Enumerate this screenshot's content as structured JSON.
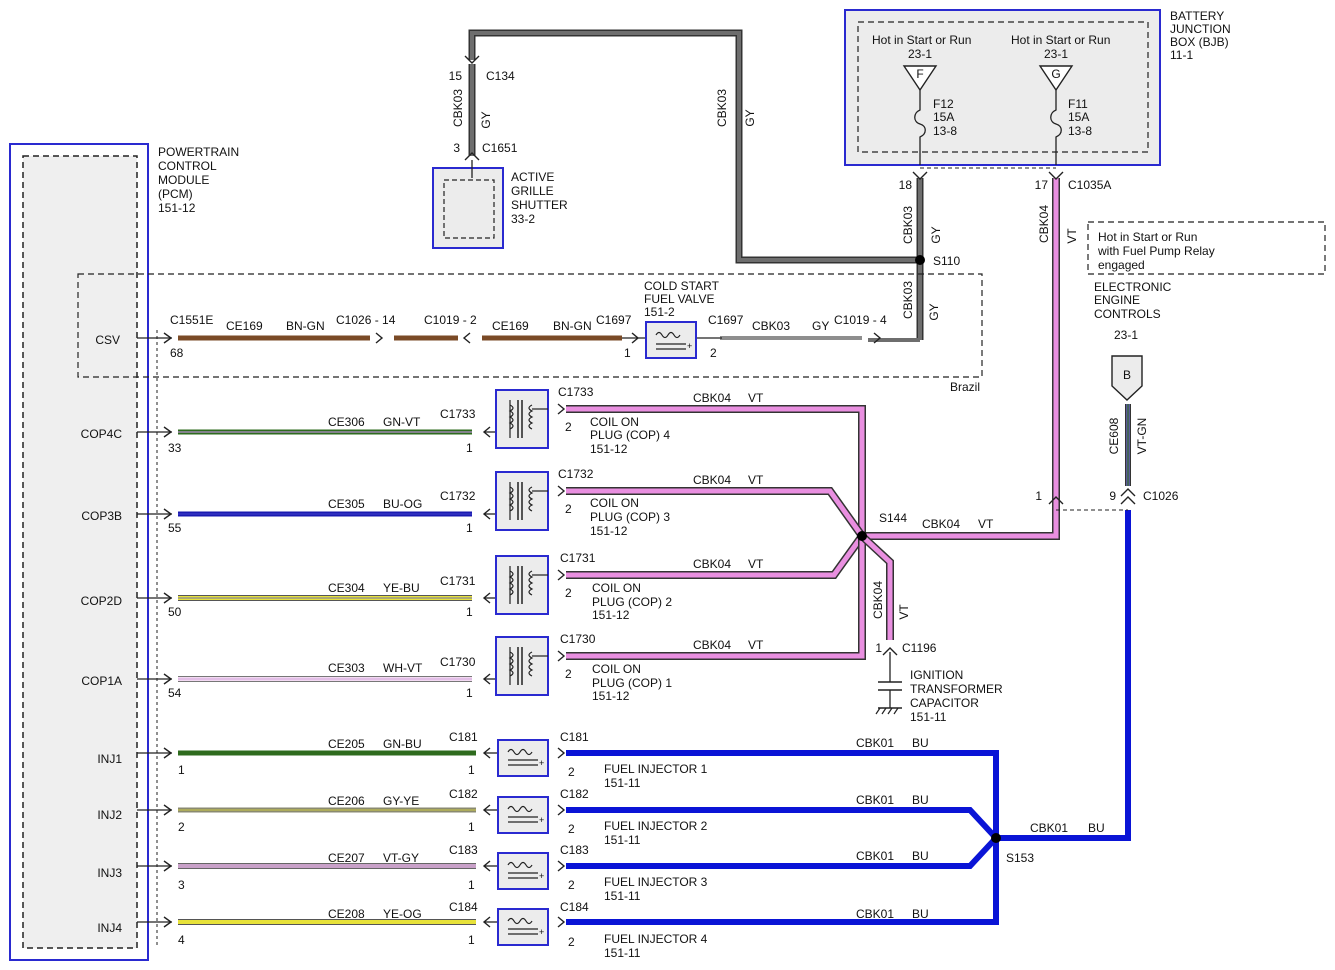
{
  "colors": {
    "border_blue": "#2a2ad0",
    "wire_gray": "#6e6e6e",
    "wire_violet": "#e98fe0",
    "wire_blue": "#0a14d6",
    "wire_brown": "#7a4a26",
    "wire_green": "#2e6b1e",
    "wire_yellow": "#e7e23a",
    "wire_white_violet": "#f2d9f2",
    "wire_gray_yellow": "#8a8a70",
    "wire_violet_gray": "#c9a1c9",
    "wire_blue_orange": "#3a3ac8",
    "wire_vt_gn": "#5b5b9a"
  },
  "pcm": {
    "title_lines": [
      "POWERTRAIN",
      "CONTROL",
      "MODULE",
      "(PCM)",
      "151-12"
    ],
    "pins": [
      "CSV",
      "COP4C",
      "COP3B",
      "COP2D",
      "COP1A",
      "INJ1",
      "INJ2",
      "INJ3",
      "INJ4"
    ]
  },
  "bjb": {
    "title_lines": [
      "BATTERY",
      "JUNCTION",
      "BOX (BJB)",
      "11-1"
    ],
    "left": {
      "hot": "Hot in Start or Run",
      "ref": "23-1",
      "letter": "F",
      "fuse_lines": [
        "F12",
        "15A",
        "13-8"
      ],
      "pin": "18"
    },
    "right": {
      "hot": "Hot in Start or Run",
      "ref": "23-1",
      "letter": "G",
      "fuse_lines": [
        "F11",
        "15A",
        "13-8"
      ],
      "pin": "17",
      "connector": "C1035A"
    }
  },
  "grille": {
    "title_lines": [
      "ACTIVE",
      "GRILLE",
      "SHUTTER",
      "33-2"
    ],
    "pin_top": "15",
    "conn_top": "C134",
    "wire_code": "CBK03",
    "wire_color": "GY",
    "pin_bottom": "3",
    "conn_bottom": "C1651"
  },
  "splices": {
    "s110": "S110",
    "s144": "S144",
    "s153": "S153"
  },
  "feed_labels": {
    "bjb_left_code": "CBK03",
    "bjb_left_color": "GY",
    "bjb_right_code": "CBK04",
    "bjb_right_color": "VT",
    "top_loop_code": "CBK03",
    "top_loop_color": "GY",
    "s110_down_code": "CBK03",
    "s110_down_color": "GY"
  },
  "csv": {
    "pcm_conn": "C1551E",
    "pcm_pin": "68",
    "w1_code": "CE169",
    "w1_color": "BN-GN",
    "conn1": "C1026 - 14",
    "conn2": "C1019 - 2",
    "w2_code": "CE169",
    "w2_color": "BN-GN",
    "valve_conn_left": "C1697",
    "valve_title_lines": [
      "COLD START",
      "FUEL VALVE",
      "151-2"
    ],
    "valve_pin_left": "1",
    "valve_pin_right": "2",
    "valve_conn_right": "C1697",
    "w3_code": "CBK03",
    "w3_color": "GY",
    "conn3": "C1019 - 4",
    "region": "Brazil"
  },
  "coils": [
    {
      "pin": "COP4C",
      "pcm_pin": "33",
      "wire_code": "CE306",
      "wire_color": "GN-VT",
      "conn": "C1733",
      "pin_left": "1",
      "pin_right": "2",
      "title_lines": [
        "COIL ON",
        "PLUG (COP) 4",
        "151-12"
      ],
      "feed_code": "CBK04",
      "feed_color": "VT"
    },
    {
      "pin": "COP3B",
      "pcm_pin": "55",
      "wire_code": "CE305",
      "wire_color": "BU-OG",
      "conn": "C1732",
      "pin_left": "1",
      "pin_right": "2",
      "title_lines": [
        "COIL ON",
        "PLUG (COP) 3",
        "151-12"
      ],
      "feed_code": "CBK04",
      "feed_color": "VT"
    },
    {
      "pin": "COP2D",
      "pcm_pin": "50",
      "wire_code": "CE304",
      "wire_color": "YE-BU",
      "conn": "C1731",
      "pin_left": "1",
      "pin_right": "2",
      "title_lines": [
        "COIL ON",
        "PLUG (COP) 2",
        "151-12"
      ],
      "feed_code": "CBK04",
      "feed_color": "VT"
    },
    {
      "pin": "COP1A",
      "pcm_pin": "54",
      "wire_code": "CE303",
      "wire_color": "WH-VT",
      "conn": "C1730",
      "pin_left": "1",
      "pin_right": "2",
      "title_lines": [
        "COIL ON",
        "PLUG (COP) 1",
        "151-12"
      ],
      "feed_code": "CBK04",
      "feed_color": "VT"
    }
  ],
  "s144_out": {
    "code": "CBK04",
    "color": "VT",
    "pin": "1"
  },
  "capacitor": {
    "code": "CBK04",
    "color": "VT",
    "pin": "1",
    "conn": "C1196",
    "title_lines": [
      "IGNITION",
      "TRANSFORMER",
      "CAPACITOR",
      "151-11"
    ]
  },
  "injectors": [
    {
      "pin": "INJ1",
      "pcm_pin": "1",
      "wire_code": "CE205",
      "wire_color": "GN-BU",
      "conn": "C181",
      "pin_left": "1",
      "pin_right": "2",
      "title_lines": [
        "FUEL INJECTOR 1",
        "151-11"
      ],
      "feed_code": "CBK01",
      "feed_color": "BU"
    },
    {
      "pin": "INJ2",
      "pcm_pin": "2",
      "wire_code": "CE206",
      "wire_color": "GY-YE",
      "conn": "C182",
      "pin_left": "1",
      "pin_right": "2",
      "title_lines": [
        "FUEL INJECTOR 2",
        "151-11"
      ],
      "feed_code": "CBK01",
      "feed_color": "BU"
    },
    {
      "pin": "INJ3",
      "pcm_pin": "3",
      "wire_code": "CE207",
      "wire_color": "VT-GY",
      "conn": "C183",
      "pin_left": "1",
      "pin_right": "2",
      "title_lines": [
        "FUEL INJECTOR 3",
        "151-11"
      ],
      "feed_code": "CBK01",
      "feed_color": "BU"
    },
    {
      "pin": "INJ4",
      "pcm_pin": "4",
      "wire_code": "CE208",
      "wire_color": "YE-OG",
      "conn": "C184",
      "pin_left": "1",
      "pin_right": "2",
      "title_lines": [
        "FUEL INJECTOR 4",
        "151-11"
      ],
      "feed_code": "CBK01",
      "feed_color": "BU"
    }
  ],
  "s153_out": {
    "code": "CBK01",
    "color": "BU"
  },
  "relay_note_lines": [
    "Hot in Start or Run",
    "with Fuel Pump Relay",
    "engaged"
  ],
  "eec": {
    "title_lines": [
      "ELECTRONIC",
      "ENGINE",
      "CONTROLS",
      "23-1"
    ],
    "letter": "B",
    "wire_code": "CE608",
    "wire_color": "VT-GN",
    "pin_left": "1",
    "pin_right": "9",
    "conn": "C1026"
  }
}
